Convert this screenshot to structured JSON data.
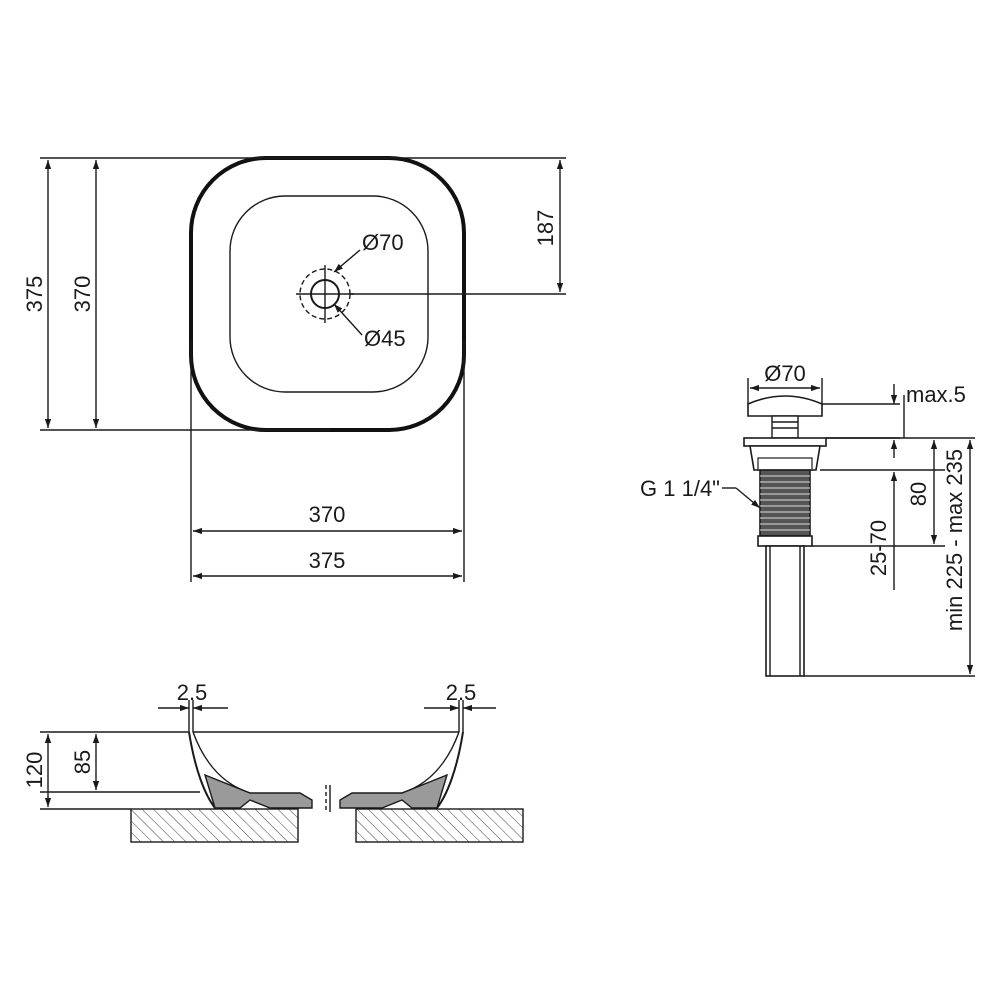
{
  "top_view": {
    "height_outer": "375",
    "height_inner": "370",
    "drain_offset": "187",
    "drain_dia_outer": "Ø70",
    "drain_dia_inner": "Ø45",
    "width_inner": "370",
    "width_outer": "375"
  },
  "side_view": {
    "rim_left": "2.5",
    "rim_right": "2.5",
    "total_height": "120",
    "bowl_height": "85"
  },
  "drain_view": {
    "cap_dia": "Ø70",
    "cap_max": "max.5",
    "thread": "G 1 1/4\"",
    "body_length": "80",
    "range_a": "25-70",
    "range_b": "min 225 - max 235"
  }
}
